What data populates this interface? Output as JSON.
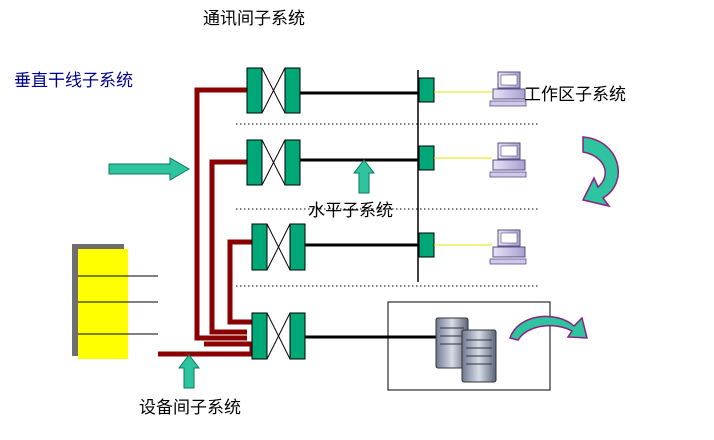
{
  "labels": {
    "telecom_room": "通讯间子系统",
    "backbone": "垂直干线子系统",
    "work_area": "工作区子系统",
    "horizontal": "水平子系统",
    "equipment_room": "设备间子系统"
  },
  "colors": {
    "cable_red": "#8b0000",
    "patch_panel": "#00a878",
    "arrow_fill": "#2ec4a0",
    "arrow_stroke": "#0a7a5a",
    "curved_arrow_fill": "#2ec4a0",
    "curved_arrow_stroke": "#8a2080",
    "computer": "#cfc8ec",
    "rack_yellow": "#ffff00",
    "rack_shadow": "#6e6e6e",
    "backbone_label": "#000090"
  },
  "icons": {
    "workstation": "computer-icon",
    "server": "server-icon",
    "patch_panel": "patch-panel-icon",
    "arrow": "arrow-icon"
  }
}
